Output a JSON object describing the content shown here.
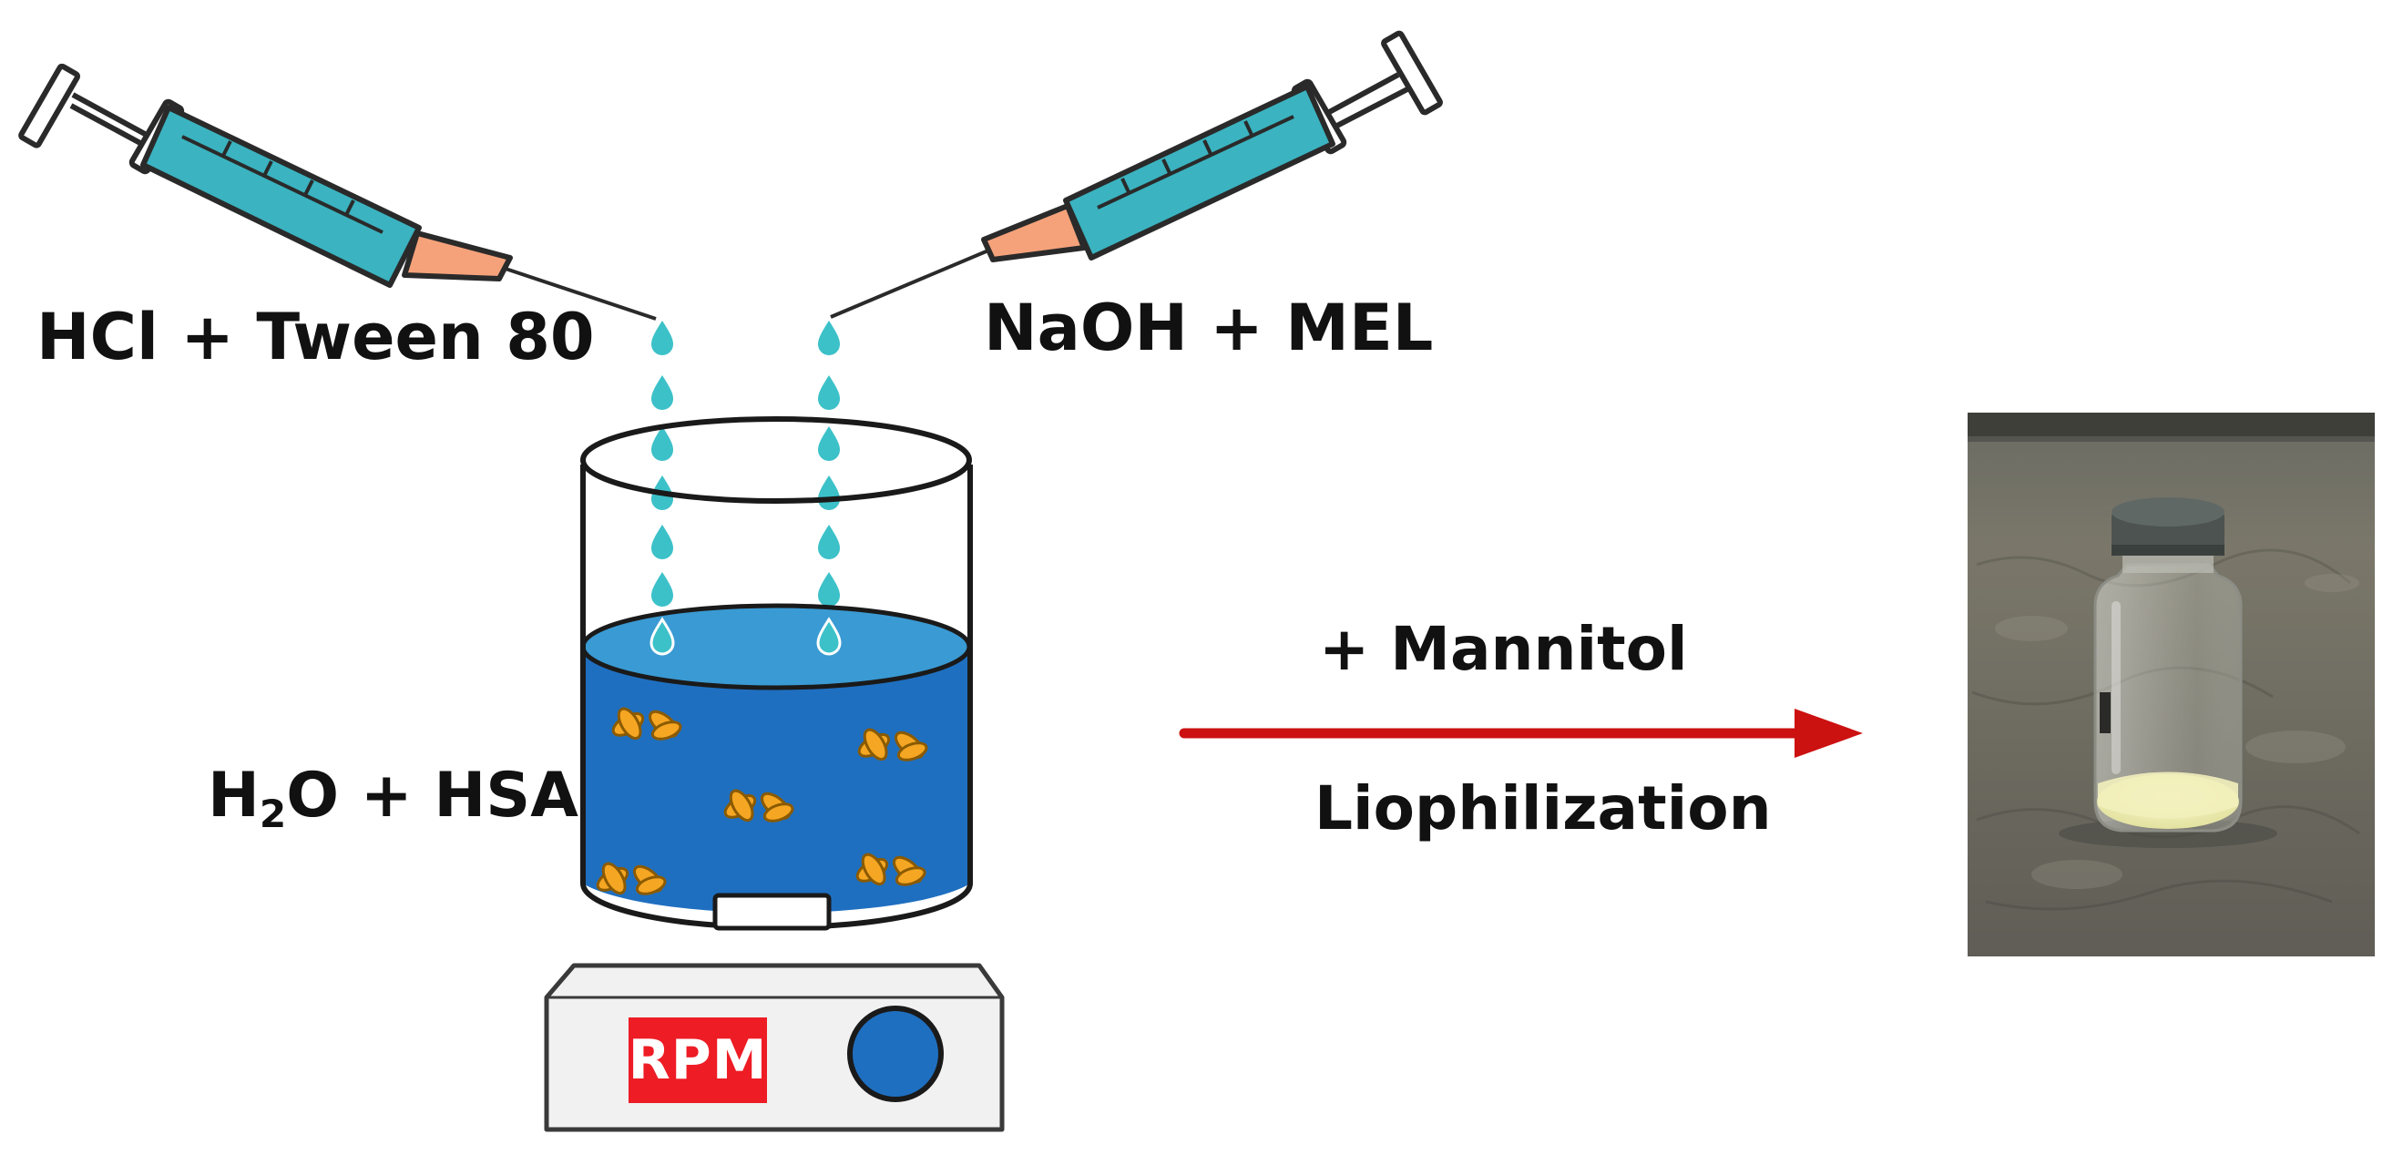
{
  "labels": {
    "left_syringe": "HCl + Tween 80",
    "right_syringe": "NaOH + MEL",
    "beaker_main": "H",
    "beaker_sub": "2",
    "beaker_rest": "O + HSA",
    "arrow_top": "+ Mannitol",
    "arrow_bottom": "Liophilization",
    "stirrer_display": "RPM"
  },
  "colors": {
    "syringe_barrel": "#3bb3c0",
    "needle_hub": "#f5a27a",
    "droplet": "#3cc1c9",
    "liquid_top": "#3a9ad3",
    "liquid_body": "#1f6fc0",
    "particles": "#f5a623",
    "arrow": "#cc1111",
    "rpm_display": "#ee1c25",
    "knob": "#1f6fc0",
    "stirrer_body": "#f1f1f1"
  },
  "icons": [
    "syringe-icon",
    "beaker-icon",
    "stir-bar-icon",
    "stirrer-knob-icon",
    "arrow-icon",
    "vial-icon"
  ]
}
